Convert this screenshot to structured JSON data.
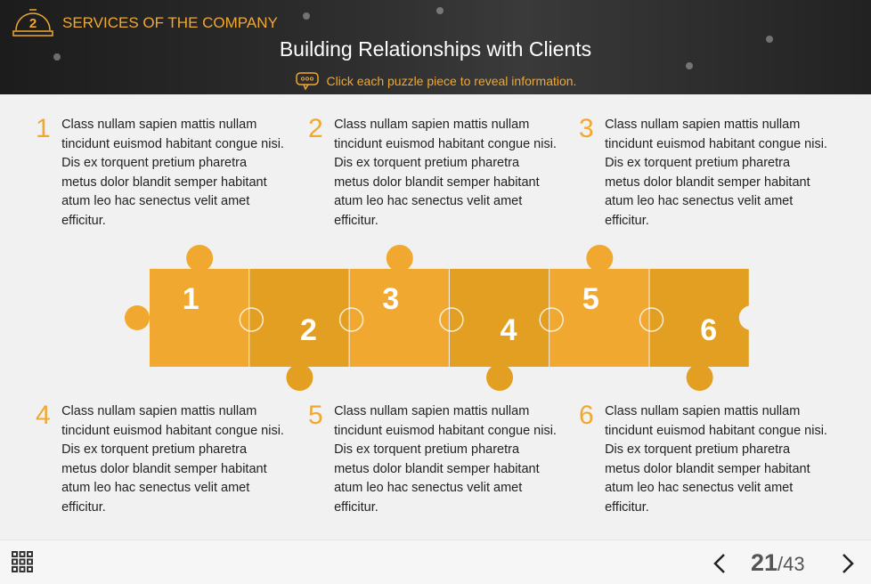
{
  "header": {
    "section_number": "2",
    "section_label": "SERVICES OF THE COMPANY",
    "title": "Building Relationships with Clients",
    "hint": "Click each puzzle piece to reveal information."
  },
  "items": [
    {
      "number": "1",
      "text": "Class nullam sapien mattis nullam tincidunt euismod habitant congue nisi. Dis ex torquent pretium pharetra metus dolor blandit semper habitant atum leo hac senectus velit amet efficitur."
    },
    {
      "number": "2",
      "text": "Class nullam sapien mattis nullam tincidunt euismod habitant congue nisi. Dis ex torquent pretium pharetra metus dolor blandit semper habitant atum leo hac senectus velit amet efficitur."
    },
    {
      "number": "3",
      "text": "Class nullam sapien mattis nullam tincidunt euismod habitant congue nisi. Dis ex torquent pretium pharetra metus dolor blandit semper habitant atum leo hac senectus velit amet efficitur."
    },
    {
      "number": "4",
      "text": "Class nullam sapien mattis nullam tincidunt euismod habitant congue nisi. Dis ex torquent pretium pharetra metus dolor blandit semper habitant atum leo hac senectus velit amet efficitur."
    },
    {
      "number": "5",
      "text": "Class nullam sapien mattis nullam tincidunt euismod habitant congue nisi. Dis ex torquent pretium pharetra metus dolor blandit semper habitant atum leo hac senectus velit amet efficitur."
    },
    {
      "number": "6",
      "text": "Class nullam sapien mattis nullam tincidunt euismod habitant congue nisi. Dis ex torquent pretium pharetra metus dolor blandit semper habitant atum leo hac senectus velit amet efficitur."
    }
  ],
  "puzzle": {
    "labels": [
      "1",
      "2",
      "3",
      "4",
      "5",
      "6"
    ],
    "color": "#f0a830"
  },
  "footer": {
    "current_page": "21",
    "total_pages": "/43"
  },
  "colors": {
    "accent": "#f0a830"
  }
}
